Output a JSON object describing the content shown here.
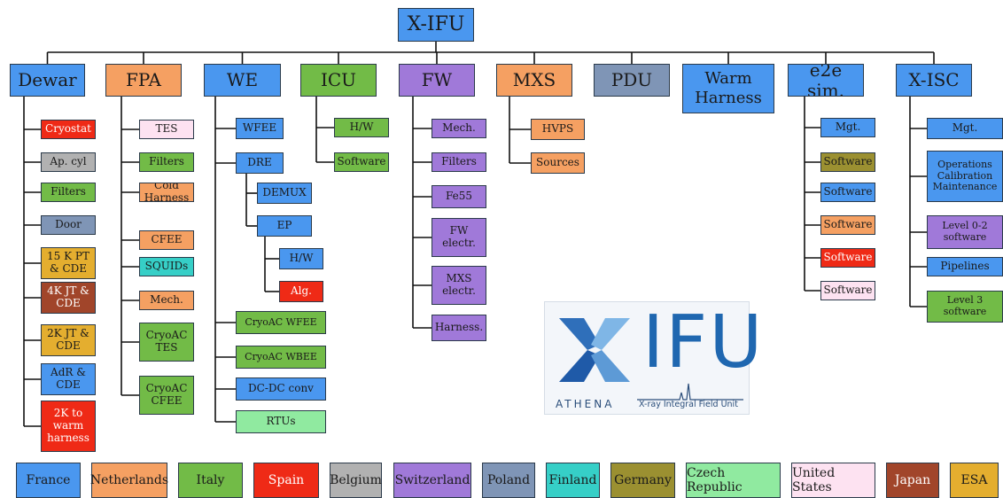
{
  "colors": {
    "France": "#4a97ef",
    "Netherlands": "#f5a062",
    "Italy": "#72bb47",
    "Spain": "#ef2a16",
    "Belgium": "#b1b1b1",
    "Switzerland": "#a079d9",
    "Poland": "#7f95b6",
    "Finland": "#36cfc7",
    "Germany": "#9b9031",
    "Czech Republic": "#90eaa0",
    "United States": "#fde2f1",
    "Japan": "#a1452a",
    "ESA": "#e4ae2f"
  },
  "root": {
    "label": "X-IFU",
    "country": "France"
  },
  "groups": [
    {
      "label": "Dewar",
      "country": "France",
      "children": [
        {
          "label": "Cryostat",
          "country": "Spain"
        },
        {
          "label": "Ap. cyl",
          "country": "Belgium"
        },
        {
          "label": "Filters",
          "country": "Italy"
        },
        {
          "label": "Door",
          "country": "Poland"
        },
        {
          "label": "15 K PT\n& CDE",
          "country": "ESA"
        },
        {
          "label": "4K JT &\nCDE",
          "country": "Japan"
        },
        {
          "label": "2K JT &\nCDE",
          "country": "ESA"
        },
        {
          "label": "AdR &\nCDE",
          "country": "France"
        },
        {
          "label": "2K to\nwarm\nharness",
          "country": "Spain"
        }
      ]
    },
    {
      "label": "FPA",
      "country": "Netherlands",
      "children": [
        {
          "label": "TES",
          "country": "United States"
        },
        {
          "label": "Filters",
          "country": "Italy"
        },
        {
          "label": "Cold\nHarness",
          "country": "Netherlands"
        },
        {
          "label": "CFEE",
          "country": "Netherlands"
        },
        {
          "label": "SQUIDs",
          "country": "Finland"
        },
        {
          "label": "Mech.",
          "country": "Netherlands"
        },
        {
          "label": "CryoAC\nTES",
          "country": "Italy"
        },
        {
          "label": "CryoAC\nCFEE",
          "country": "Italy"
        }
      ]
    },
    {
      "label": "WE",
      "country": "France",
      "children": [
        {
          "label": "WFEE",
          "country": "France"
        },
        {
          "label": "DRE",
          "country": "France",
          "children": [
            {
              "label": "DEMUX",
              "country": "France"
            },
            {
              "label": "EP",
              "country": "France",
              "children": [
                {
                  "label": "H/W",
                  "country": "France"
                },
                {
                  "label": "Alg.",
                  "country": "Spain"
                }
              ]
            }
          ]
        },
        {
          "label": "CryoAC WFEE",
          "country": "Italy"
        },
        {
          "label": "CryoAC WBEE",
          "country": "Italy"
        },
        {
          "label": "DC-DC conv",
          "country": "France"
        },
        {
          "label": "RTUs",
          "country": "Czech Republic"
        }
      ]
    },
    {
      "label": "ICU",
      "country": "Italy",
      "children": [
        {
          "label": "H/W",
          "country": "Italy"
        },
        {
          "label": "Software",
          "country": "Italy"
        }
      ]
    },
    {
      "label": "FW",
      "country": "Switzerland",
      "children": [
        {
          "label": "Mech.",
          "country": "Switzerland"
        },
        {
          "label": "Filters",
          "country": "Switzerland"
        },
        {
          "label": "Fe55",
          "country": "Switzerland"
        },
        {
          "label": "FW\nelectr.",
          "country": "Switzerland"
        },
        {
          "label": "MXS\nelectr.",
          "country": "Switzerland"
        },
        {
          "label": "Harness.",
          "country": "Switzerland"
        }
      ]
    },
    {
      "label": "MXS",
      "country": "Netherlands",
      "children": [
        {
          "label": "HVPS",
          "country": "Netherlands"
        },
        {
          "label": "Sources",
          "country": "Netherlands"
        }
      ]
    },
    {
      "label": "PDU",
      "country": "Poland",
      "children": []
    },
    {
      "label": "Warm\nHarness",
      "country": "France",
      "children": []
    },
    {
      "label": "e2e sim.",
      "country": "France",
      "children": [
        {
          "label": "Mgt.",
          "country": "France"
        },
        {
          "label": "Software",
          "country": "Germany"
        },
        {
          "label": "Software",
          "country": "France"
        },
        {
          "label": "Software",
          "country": "Netherlands"
        },
        {
          "label": "Software",
          "country": "Spain"
        },
        {
          "label": "Software",
          "country": "United States"
        }
      ]
    },
    {
      "label": "X-ISC",
      "country": "France",
      "children": [
        {
          "label": "Mgt.",
          "country": "France"
        },
        {
          "label": "Operations\nCalibration\nMaintenance",
          "country": "France"
        },
        {
          "label": "Level 0-2\nsoftware",
          "country": "Switzerland"
        },
        {
          "label": "Pipelines",
          "country": "France"
        },
        {
          "label": "Level 3\nsoftware",
          "country": "Italy"
        }
      ]
    }
  ],
  "legend": [
    "France",
    "Netherlands",
    "Italy",
    "Spain",
    "Belgium",
    "Switzerland",
    "Poland",
    "Finland",
    "Germany",
    "Czech Republic",
    "United States",
    "Japan",
    "ESA"
  ],
  "logo": {
    "word": "IFU",
    "athena": "ATHENA",
    "tagline": "X-ray Integral Field Unit"
  }
}
